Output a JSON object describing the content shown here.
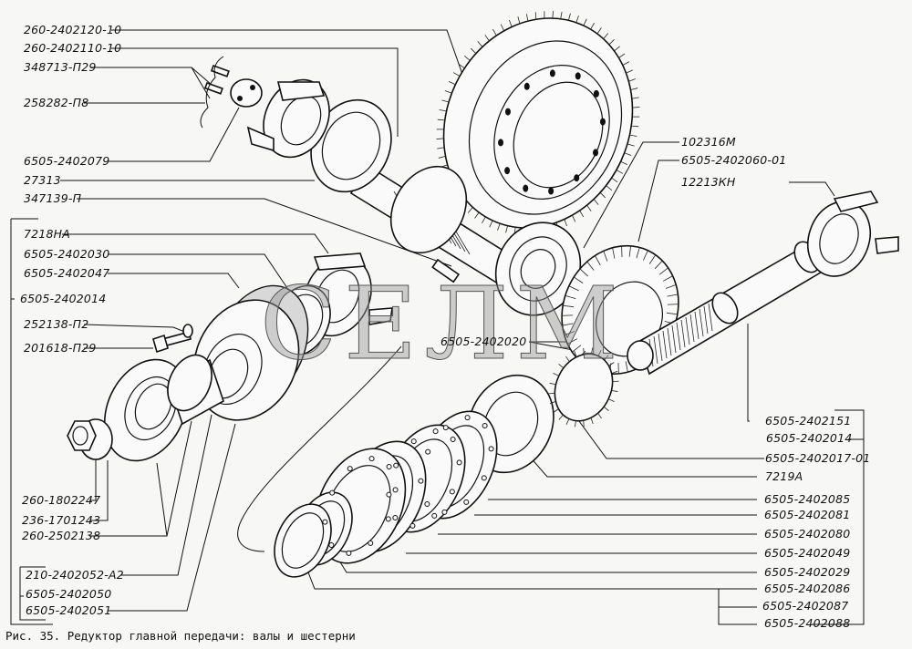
{
  "figure": {
    "caption": "Рис. 35. Редуктор главной передачи: валы и шестерни",
    "watermark": "СЕЛМ"
  },
  "labels_left": [
    {
      "id": "l1",
      "text": "260-2402120-10"
    },
    {
      "id": "l2",
      "text": "260-2402110-10"
    },
    {
      "id": "l3",
      "text": "348713-П29"
    },
    {
      "id": "l4",
      "text": "258282-П8"
    },
    {
      "id": "l5",
      "text": "6505-2402079"
    },
    {
      "id": "l6",
      "text": "27313"
    },
    {
      "id": "l7",
      "text": "347139-П"
    },
    {
      "id": "l8",
      "text": "7218НА"
    },
    {
      "id": "l9",
      "text": "6505-2402030"
    },
    {
      "id": "l10",
      "text": "6505-2402047"
    },
    {
      "id": "l11",
      "text": "6505-2402014"
    },
    {
      "id": "l12",
      "text": "252138-П2"
    },
    {
      "id": "l13",
      "text": "201618-П29"
    },
    {
      "id": "l14",
      "text": "260-1802247"
    },
    {
      "id": "l15",
      "text": "236-1701243"
    },
    {
      "id": "l16",
      "text": "260-2502138"
    },
    {
      "id": "l17",
      "text": "210-2402052-А2"
    },
    {
      "id": "l18",
      "text": "6505-2402050"
    },
    {
      "id": "l19",
      "text": "6505-2402051"
    }
  ],
  "labels_top_right": [
    {
      "id": "r1",
      "text": "102316М"
    },
    {
      "id": "r2",
      "text": "6505-2402060-01"
    },
    {
      "id": "r3",
      "text": "12213КН"
    }
  ],
  "label_center": {
    "text": "6505-2402020"
  },
  "labels_right": [
    {
      "id": "r4",
      "text": "6505-2402151"
    },
    {
      "id": "r5",
      "text": "6505-2402014"
    },
    {
      "id": "r6",
      "text": "6505-2402017-01"
    },
    {
      "id": "r7",
      "text": "7219А"
    },
    {
      "id": "r8",
      "text": "6505-2402085"
    },
    {
      "id": "r9",
      "text": "6505-2402081"
    },
    {
      "id": "r10",
      "text": "6505-2402080"
    },
    {
      "id": "r11",
      "text": "6505-2402049"
    },
    {
      "id": "r12",
      "text": "6505-2402029"
    },
    {
      "id": "r13",
      "text": "6505-2402086"
    },
    {
      "id": "r14",
      "text": "6505-2402087"
    },
    {
      "id": "r15",
      "text": "6505-2402088"
    }
  ]
}
